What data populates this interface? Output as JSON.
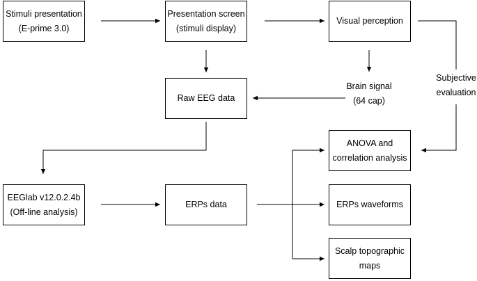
{
  "nodes": {
    "stimuli_presentation": {
      "line1": "Stimuli presentation",
      "line2": "(E-prime 3.0)"
    },
    "presentation_screen": {
      "line1": "Presentation screen",
      "line2": "(stimuli display)"
    },
    "visual_perception": {
      "line1": "Visual perception"
    },
    "raw_eeg": {
      "line1": "Raw EEG data"
    },
    "brain_signal": {
      "line1": "Brain signal",
      "line2": "(64 cap)"
    },
    "subjective_evaluation": {
      "line1": "Subjective",
      "line2": "evaluation"
    },
    "anova": {
      "line1": "ANOVA and",
      "line2": "correlation analysis"
    },
    "eeglab": {
      "line1": "EEGlab v12.0.2.4b",
      "line2": "(Off-line analysis)"
    },
    "erps_data": {
      "line1": "ERPs data"
    },
    "erps_waveforms": {
      "line1": "ERPs waveforms"
    },
    "scalp_maps": {
      "line1": "Scalp topographic",
      "line2": "maps"
    }
  }
}
